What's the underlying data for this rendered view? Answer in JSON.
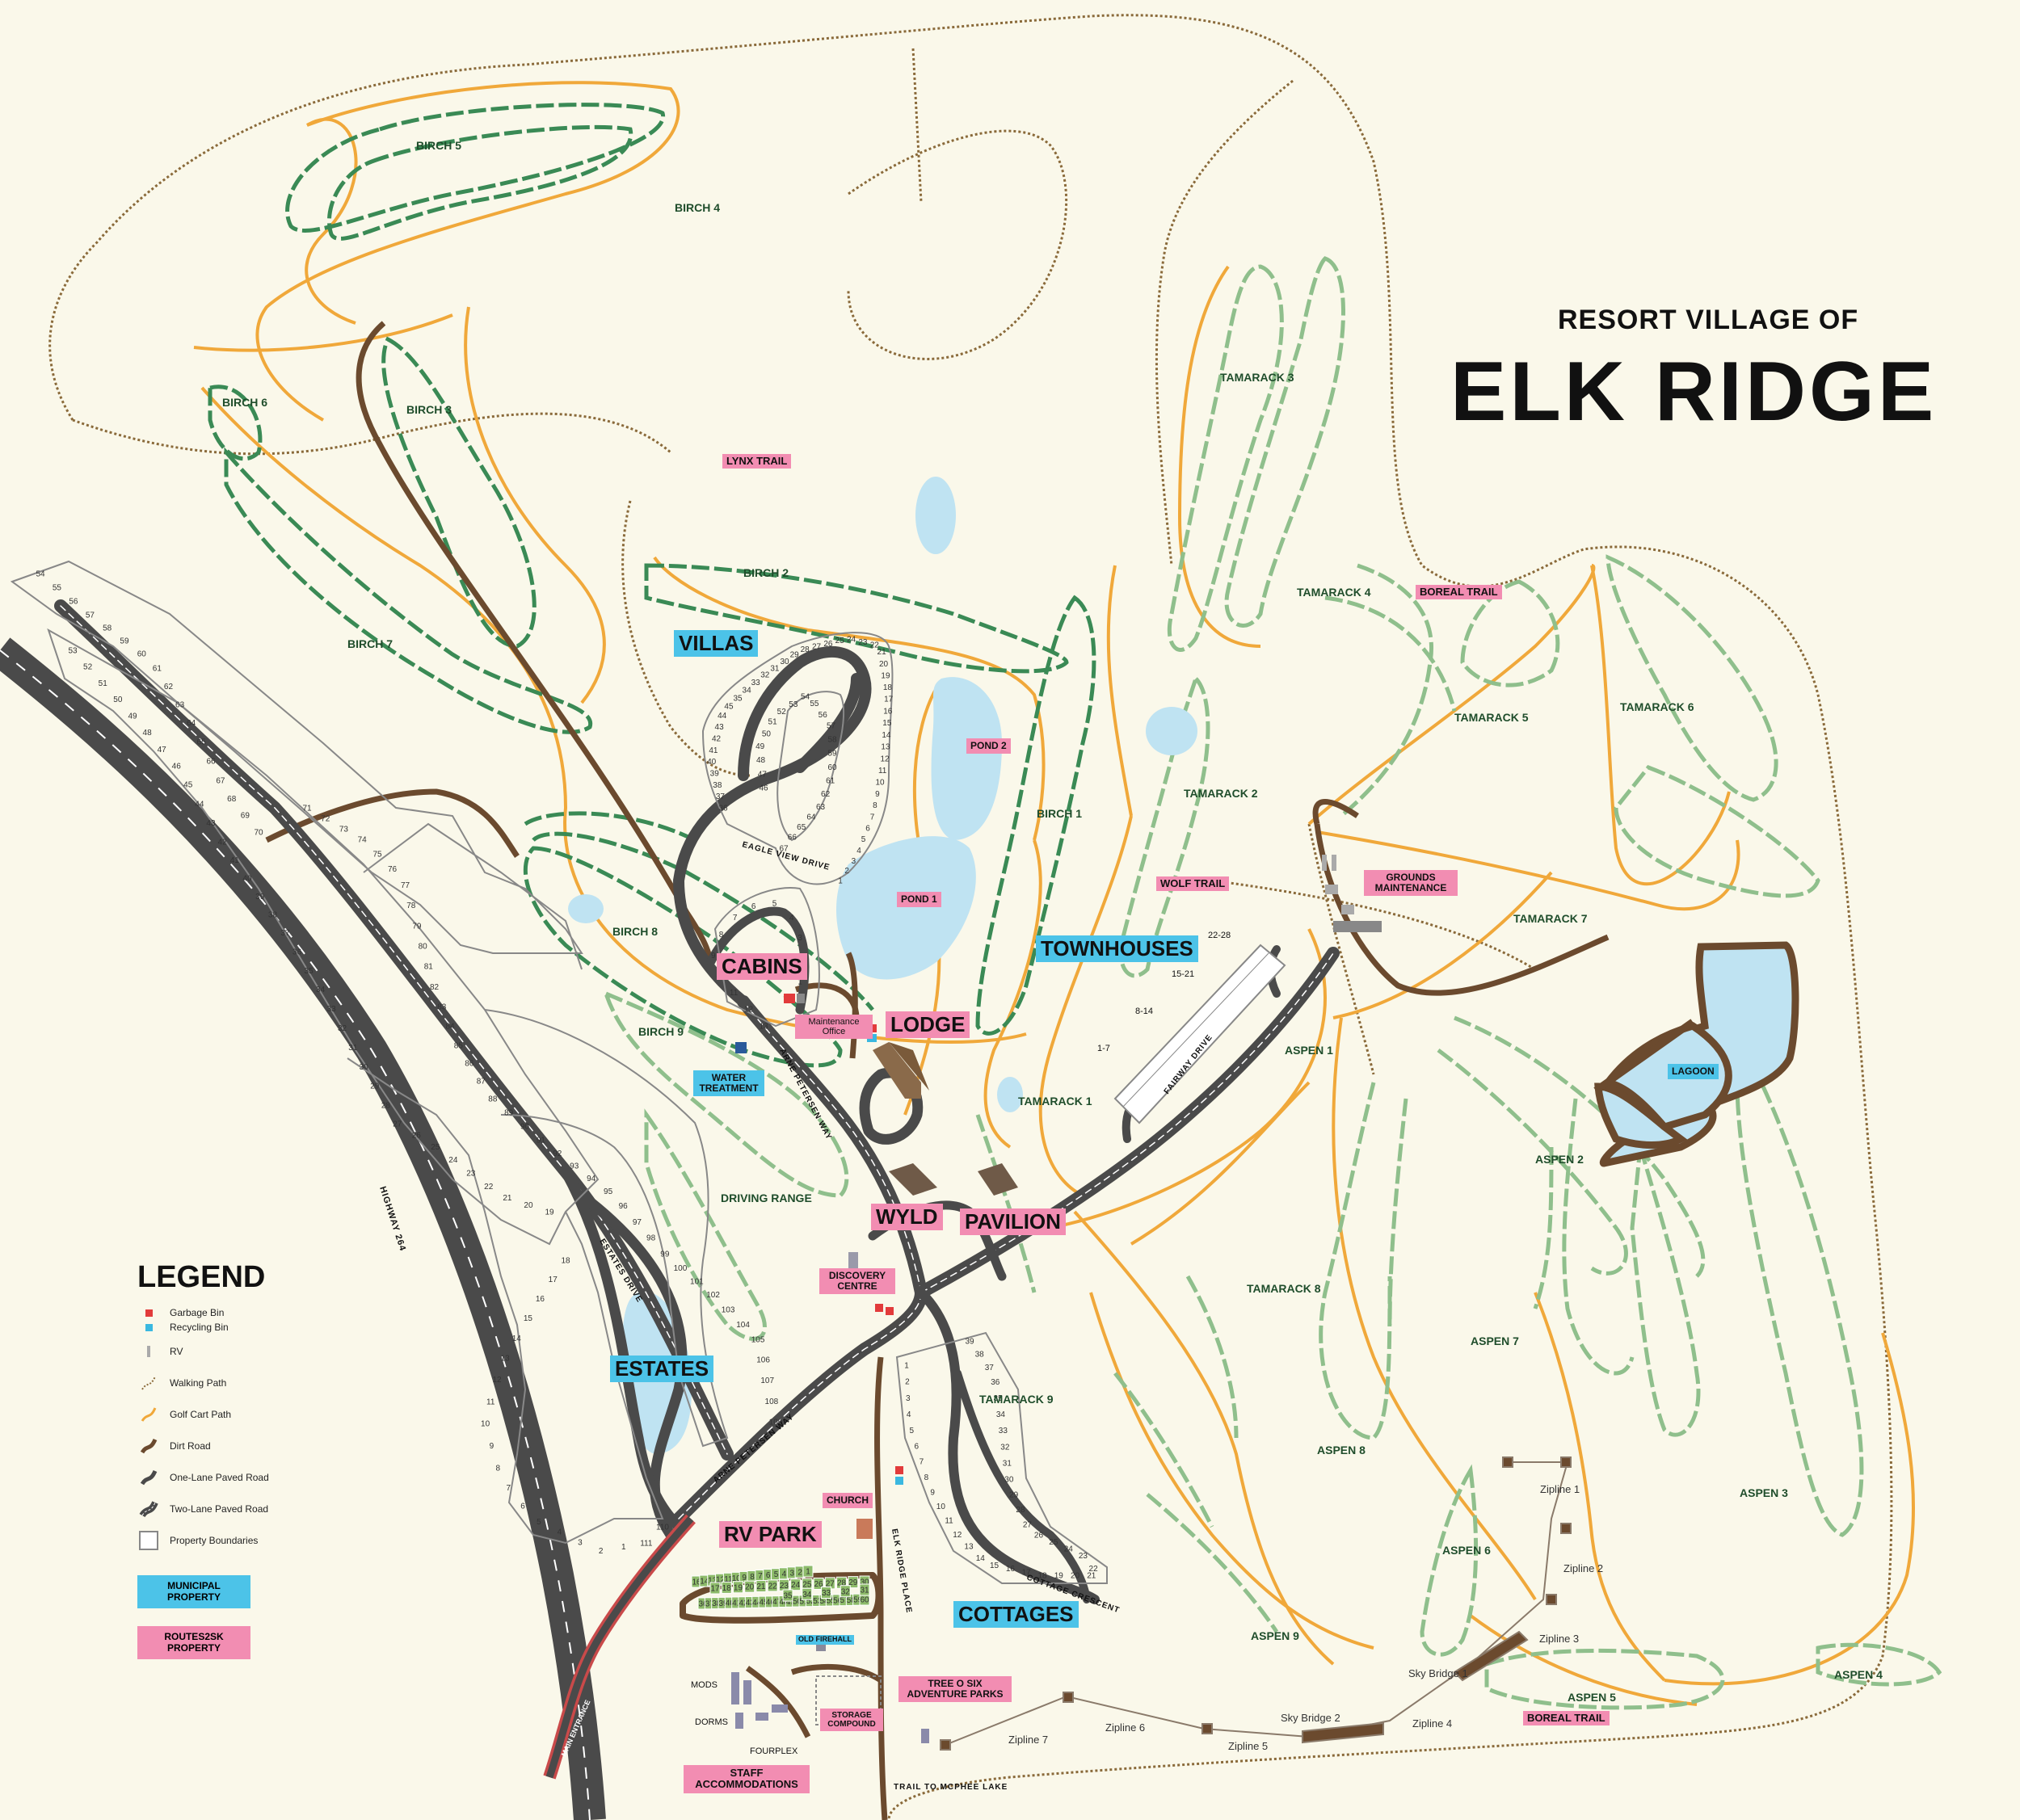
{
  "title": {
    "line1": "RESORT VILLAGE OF",
    "line2": "ELK RIDGE"
  },
  "colors": {
    "background": "#faf8ea",
    "walking_path": "#8a6a3a",
    "golf_cart_path": "#f0a83a",
    "dirt_road": "#6b4a2e",
    "paved_road": "#4a4a4a",
    "fairway_dark": "#3a8a55",
    "fairway_light": "#8fbf8c",
    "water": "#bfe3f2",
    "municipal": "#4cc3e8",
    "routes2sk": "#f28db2",
    "entrance_road": "#c94a4a",
    "rv_lot": "#8dbb6a"
  },
  "golf_holes": {
    "birch": [
      "BIRCH 1",
      "BIRCH 2",
      "BIRCH 3",
      "BIRCH 4",
      "BIRCH 5",
      "BIRCH 6",
      "BIRCH 7",
      "BIRCH 8",
      "BIRCH 9"
    ],
    "tamarack": [
      "TAMARACK 1",
      "TAMARACK 2",
      "TAMARACK 3",
      "TAMARACK 4",
      "TAMARACK 5",
      "TAMARACK 6",
      "TAMARACK 7",
      "TAMARACK 8",
      "TAMARACK 9"
    ],
    "aspen": [
      "ASPEN 1",
      "ASPEN 2",
      "ASPEN 3",
      "ASPEN 4",
      "ASPEN 5",
      "ASPEN 6",
      "ASPEN 7",
      "ASPEN 8",
      "ASPEN 9"
    ],
    "driving_range": "DRIVING RANGE"
  },
  "ziplines": [
    "Zipline 1",
    "Zipline 2",
    "Zipline 3",
    "Zipline 4",
    "Zipline 5",
    "Zipline 6",
    "Zipline 7",
    "Sky Bridge 1",
    "Sky Bridge 2"
  ],
  "trails": {
    "lynx": "LYNX TRAIL",
    "boreal": "BOREAL TRAIL",
    "wolf": "WOLF TRAIL"
  },
  "roads": {
    "arne_petersen_way": "ARNE PETERSEN WAY",
    "eagle_view_drive": "EAGLE VIEW DRIVE",
    "estates_drive": "ESTATES DRIVE",
    "fairway_drive": "FAIRWAY DRIVE",
    "elk_ridge_place": "ELK RIDGE PLACE",
    "cottage_crescent": "COTTAGE CRESCENT",
    "highway": "HIGHWAY 264",
    "main_entrance": "MAIN ENTRANCE",
    "trail_to_lake": "TRAIL TO MCPHEE LAKE"
  },
  "areas": {
    "villas": "VILLAS",
    "cabins": "CABINS",
    "lodge": "LODGE",
    "townhouses": "TOWNHOUSES",
    "wyld": "WYLD",
    "pavilion": "PAVILION",
    "estates": "ESTATES",
    "rv_park": "RV PARK",
    "cottages": "COTTAGES"
  },
  "facilities": {
    "pond1": "POND 1",
    "pond2": "POND 2",
    "lagoon": "LAGOON",
    "grounds_maintenance": "GROUNDS MAINTENANCE",
    "maintenance_office": "Maintenance Office",
    "water_treatment": "WATER TREATMENT",
    "discovery_centre": "DISCOVERY CENTRE",
    "church": "CHURCH",
    "old_firehall": "OLD FIREHALL",
    "tree_o_six": "TREE O SIX ADVENTURE PARKS",
    "storage_compound": "STORAGE COMPOUND",
    "staff_accommodations": "STAFF ACCOMMODATIONS",
    "mods": "MODS",
    "dorms": "DORMS",
    "fourplex": "FOURPLEX"
  },
  "townhouse_units": [
    "22-28",
    "15-21",
    "8-14",
    "1-7"
  ],
  "legend": {
    "title": "LEGEND",
    "items": [
      {
        "label": "Garbage Bin",
        "icon": "garbage-bin-icon"
      },
      {
        "label": "Recycling Bin",
        "icon": "recycling-bin-icon"
      },
      {
        "label": "RV",
        "icon": "rv-icon"
      },
      {
        "label": "Walking Path",
        "icon": "walking-path-icon"
      },
      {
        "label": "Golf Cart Path",
        "icon": "golf-cart-path-icon"
      },
      {
        "label": "Dirt Road",
        "icon": "dirt-road-icon"
      },
      {
        "label": "One-Lane Paved Road",
        "icon": "one-lane-road-icon"
      },
      {
        "label": "Two-Lane Paved Road",
        "icon": "two-lane-road-icon"
      },
      {
        "label": "Property Boundaries",
        "icon": "property-boundary-icon"
      }
    ],
    "municipal": "MUNICIPAL PROPERTY",
    "routes2sk": "ROUTES2SK PROPERTY"
  },
  "lot_numbers": {
    "estates_west": [
      "54",
      "55",
      "56",
      "57",
      "58",
      "59",
      "60",
      "61",
      "62",
      "63",
      "64",
      "65",
      "66",
      "67",
      "68",
      "69",
      "70",
      "53",
      "52",
      "51",
      "50",
      "49",
      "48",
      "47",
      "46",
      "45",
      "44",
      "43",
      "42",
      "41",
      "40",
      "39",
      "38",
      "37",
      "36",
      "35",
      "34",
      "33",
      "32",
      "31",
      "30",
      "29",
      "28",
      "27",
      "26",
      "25",
      "24",
      "23",
      "22",
      "21",
      "20",
      "19",
      "18",
      "17",
      "16",
      "15",
      "14",
      "13",
      "12",
      "11",
      "10",
      "9",
      "8",
      "7",
      "6",
      "5",
      "4",
      "3",
      "2",
      "1",
      "111",
      "110"
    ],
    "estates_east": [
      "71",
      "72",
      "73",
      "74",
      "75",
      "76",
      "77",
      "78",
      "79",
      "80",
      "81",
      "82",
      "83",
      "84",
      "85",
      "86",
      "87",
      "88",
      "89",
      "90",
      "91",
      "92",
      "93",
      "94",
      "95",
      "96",
      "97",
      "98",
      "99",
      "100",
      "101",
      "102",
      "103",
      "104",
      "105",
      "106",
      "107",
      "108",
      "109"
    ],
    "cabins": [
      "1",
      "2",
      "3",
      "4",
      "5",
      "6",
      "7",
      "8",
      "9",
      "10",
      "11",
      "12",
      "13"
    ],
    "cottages": [
      "1",
      "2",
      "3",
      "4",
      "5",
      "6",
      "7",
      "8",
      "9",
      "10",
      "11",
      "12",
      "13",
      "14",
      "15",
      "16",
      "17",
      "18",
      "19",
      "20",
      "21",
      "22",
      "23",
      "24",
      "25",
      "26",
      "27",
      "28",
      "29",
      "30",
      "31",
      "32",
      "33",
      "34",
      "35",
      "36",
      "37",
      "38",
      "39"
    ],
    "villas_outer": [
      "36",
      "37",
      "38",
      "39",
      "40",
      "41",
      "42",
      "43",
      "44",
      "45",
      "35",
      "34",
      "33",
      "32",
      "31",
      "30",
      "29",
      "28",
      "27",
      "26",
      "25",
      "24",
      "23",
      "22",
      "21",
      "20",
      "19",
      "18",
      "17",
      "16",
      "15",
      "14",
      "13",
      "12",
      "11",
      "10",
      "9",
      "8",
      "7",
      "6",
      "5",
      "4",
      "3",
      "2",
      "1"
    ],
    "villas_inner": [
      "46",
      "47",
      "48",
      "49",
      "50",
      "51",
      "52",
      "53",
      "54",
      "55",
      "56",
      "57",
      "58",
      "59",
      "60",
      "61",
      "62",
      "63",
      "64",
      "65",
      "66",
      "67"
    ],
    "rv_row1": [
      "16",
      "14",
      "13",
      "12",
      "11",
      "10",
      "9",
      "8",
      "7",
      "6",
      "5",
      "4",
      "3",
      "2",
      "1"
    ],
    "rv_row2": [
      "17",
      "18",
      "19",
      "20",
      "21",
      "22",
      "23",
      "24",
      "25",
      "26",
      "27",
      "28",
      "29",
      "30"
    ],
    "rv_row3": [
      "36",
      "37",
      "38",
      "39",
      "40",
      "41",
      "42",
      "43",
      "44",
      "45",
      "46",
      "47",
      "48",
      "49",
      "50",
      "51",
      "52",
      "53",
      "54",
      "55",
      "56",
      "57",
      "58",
      "59",
      "60",
      "35",
      "34",
      "33",
      "32",
      "31"
    ]
  }
}
